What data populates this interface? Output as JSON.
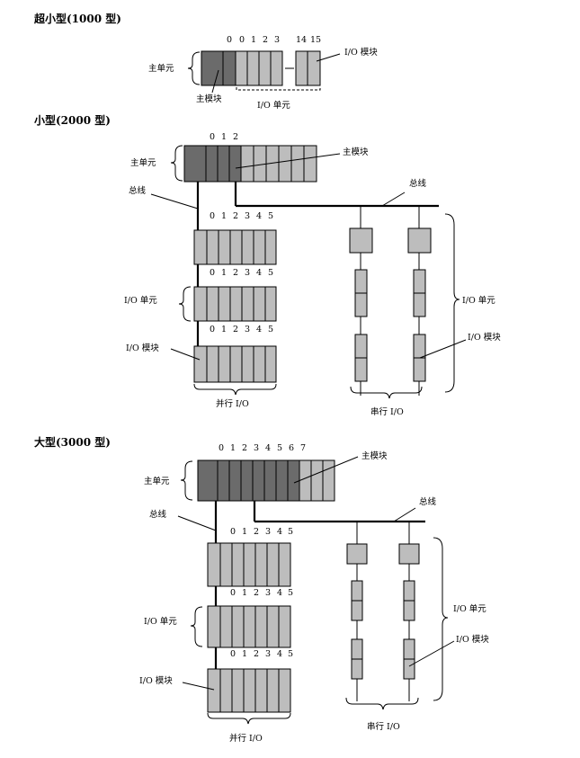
{
  "colors": {
    "main_module": "#6b6b6b",
    "io_module": "#bdbdbd",
    "outline": "#000000",
    "background": "#ffffff"
  },
  "sections": {
    "tiny": {
      "title": "超小型(1000 型)",
      "slot_numbers": [
        "0",
        "0",
        "1",
        "2",
        "3"
      ],
      "slot_numbers_right": [
        "14",
        "15"
      ],
      "labels": {
        "main_unit": "主单元",
        "main_module": "主模块",
        "io_unit": "I/O 单元",
        "io_module": "I/O 模块"
      }
    },
    "small": {
      "title": "小型(2000 型)",
      "main_slot_numbers": [
        "0",
        "1",
        "2"
      ],
      "rack_numbers": [
        "0",
        "1",
        "2",
        "3",
        "4",
        "5"
      ],
      "labels": {
        "main_unit": "主单元",
        "main_module": "主模块",
        "bus_left": "总线",
        "bus_right": "总线",
        "io_unit_left": "I/O 单元",
        "io_module_left": "I/O 模块",
        "io_unit_right": "I/O 单元",
        "io_module_right": "I/O 模块",
        "parallel_io": "并行 I/O",
        "serial_io": "串行 I/O"
      }
    },
    "large": {
      "title": "大型(3000 型)",
      "main_slot_numbers": [
        "0",
        "1",
        "2",
        "3",
        "4",
        "5",
        "6",
        "7"
      ],
      "rack_numbers": [
        "0",
        "1",
        "2",
        "3",
        "4",
        "5"
      ],
      "labels": {
        "main_unit": "主单元",
        "main_module": "主模块",
        "bus_left": "总线",
        "bus_right": "总线",
        "io_unit_left": "I/O 单元",
        "io_module_left": "I/O 模块",
        "io_unit_right": "I/O 单元",
        "io_module_right": "I/O 模块",
        "parallel_io": "并行 I/O",
        "serial_io": "串行 I/O"
      }
    }
  }
}
